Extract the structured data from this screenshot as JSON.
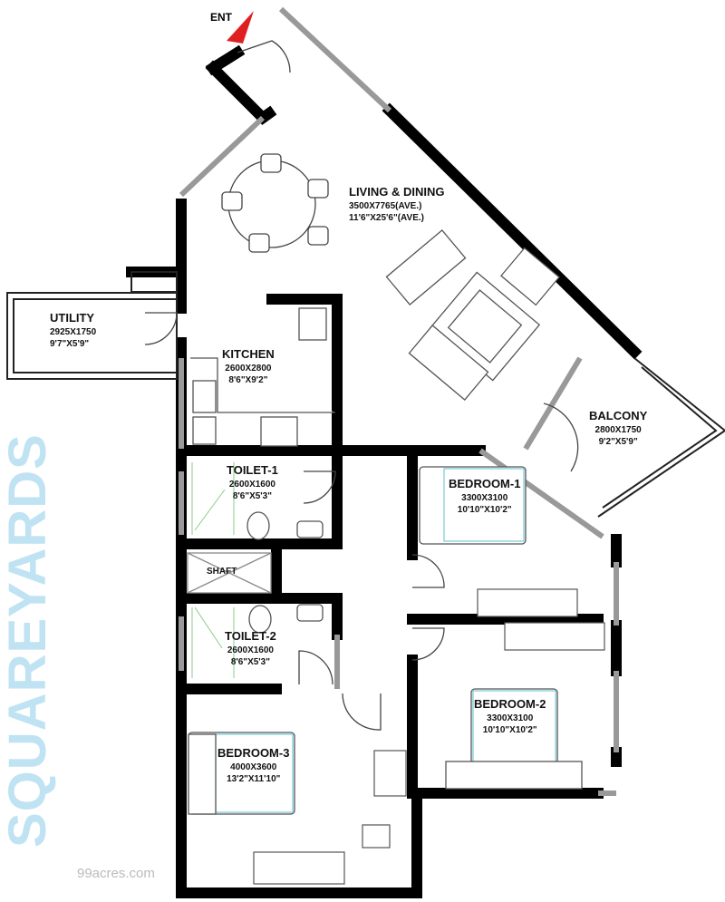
{
  "entrance": {
    "label": "ENT",
    "marker_color": "#e02020"
  },
  "rooms": [
    {
      "name": "LIVING & DINING",
      "metric": "3500X7765(AVE.)",
      "imperial": "11'6\"X25'6\"(AVE.)"
    },
    {
      "name": "UTILITY",
      "metric": "2925X1750",
      "imperial": "9'7\"X5'9\""
    },
    {
      "name": "KITCHEN",
      "metric": "2600X2800",
      "imperial": "8'6\"X9'2\""
    },
    {
      "name": "BALCONY",
      "metric": "2800X1750",
      "imperial": "9'2\"X5'9\""
    },
    {
      "name": "TOILET-1",
      "metric": "2600X1600",
      "imperial": "8'6\"X5'3\""
    },
    {
      "name": "BEDROOM-1",
      "metric": "3300X3100",
      "imperial": "10'10\"X10'2\""
    },
    {
      "name": "SHAFT"
    },
    {
      "name": "TOILET-2",
      "metric": "2600X1600",
      "imperial": "8'6\"X5'3\""
    },
    {
      "name": "BEDROOM-2",
      "metric": "3300X3100",
      "imperial": "10'10\"X10'2\""
    },
    {
      "name": "BEDROOM-3",
      "metric": "4000X3600",
      "imperial": "13'2\"X11'10\""
    }
  ],
  "watermark": {
    "brand": "SQUAREYARDS",
    "site": "99acres.com"
  },
  "colors": {
    "wall": "#000000",
    "window": "#a9a9a9",
    "fixture": "#666666",
    "bed_accent": "#7fd0d8"
  }
}
